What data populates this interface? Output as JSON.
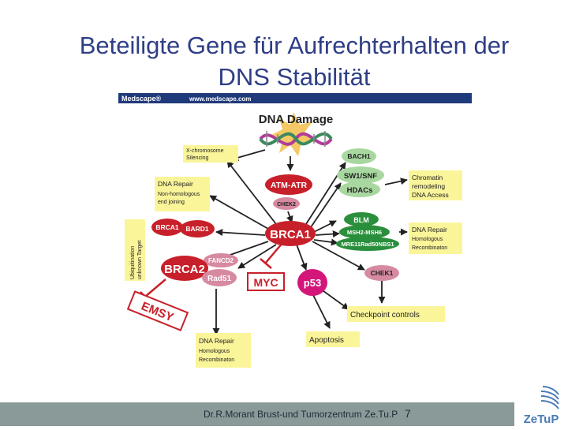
{
  "slide": {
    "title_line1": "Beteiligte Gene für Aufrechterhalten der",
    "title_line2": "DNS Stabilität",
    "footer": "Dr.R.Morant Brust-und Tumorzentrum Ze.Tu.P",
    "page_number": "7",
    "logo_text": "ZeTuP"
  },
  "figure": {
    "banner": {
      "brand": "Medscape®",
      "url": "www.medscape.com",
      "color": "#1f3a7a"
    },
    "heading": "DNA Damage",
    "nodes": {
      "atm_atr": "ATM-ATR",
      "chek2": "CHEK2",
      "brca1_center": "BRCA1",
      "bach1": "BACH1",
      "swi_snf": "SW1/SNF",
      "hdacs": "HDACs",
      "blm": "BLM",
      "msh2_msh6": "MSH2-MSH6",
      "mre11": "MRE11Rad50NBS1",
      "brca1_small": "BRCA1",
      "bard1": "BARD1",
      "brca2": "BRCA2",
      "fancd2": "FANCD2",
      "rad51": "Rad51",
      "myc": "MYC",
      "p53": "p53",
      "chek1": "CHEK1",
      "emsy": "EMSY"
    },
    "boxes": {
      "xchrom_l1": "X-chromosome",
      "xchrom_l2": "Silencing",
      "nhej_l1": "DNA Repair",
      "nhej_l2": "Non-homologous",
      "nhej_l3": "end joining",
      "chrom_l1": "Chromatin",
      "chrom_l2": "remodeling",
      "chrom_l3": "DNA Access",
      "hr_right_l1": "DNA Repair",
      "hr_right_l2": "Homologous",
      "hr_right_l3": "Recombinaton",
      "checkpoint": "Checkpoint controls",
      "apoptosis": "Apoptosis",
      "hr_bottom_l1": "DNA Repair",
      "hr_bottom_l2": "Homologous",
      "hr_bottom_l3": "Recombinaton",
      "ubiq_l1": "Ubiquitination",
      "ubiq_l2": "unknown Target"
    },
    "colors": {
      "red_node": "#c8202a",
      "pink_node": "#d68aa0",
      "green_node": "#2a8f3c",
      "light_green_node": "#a8d8a0",
      "magenta_node": "#d4157a",
      "yellow_box": "#fbf59a"
    }
  }
}
